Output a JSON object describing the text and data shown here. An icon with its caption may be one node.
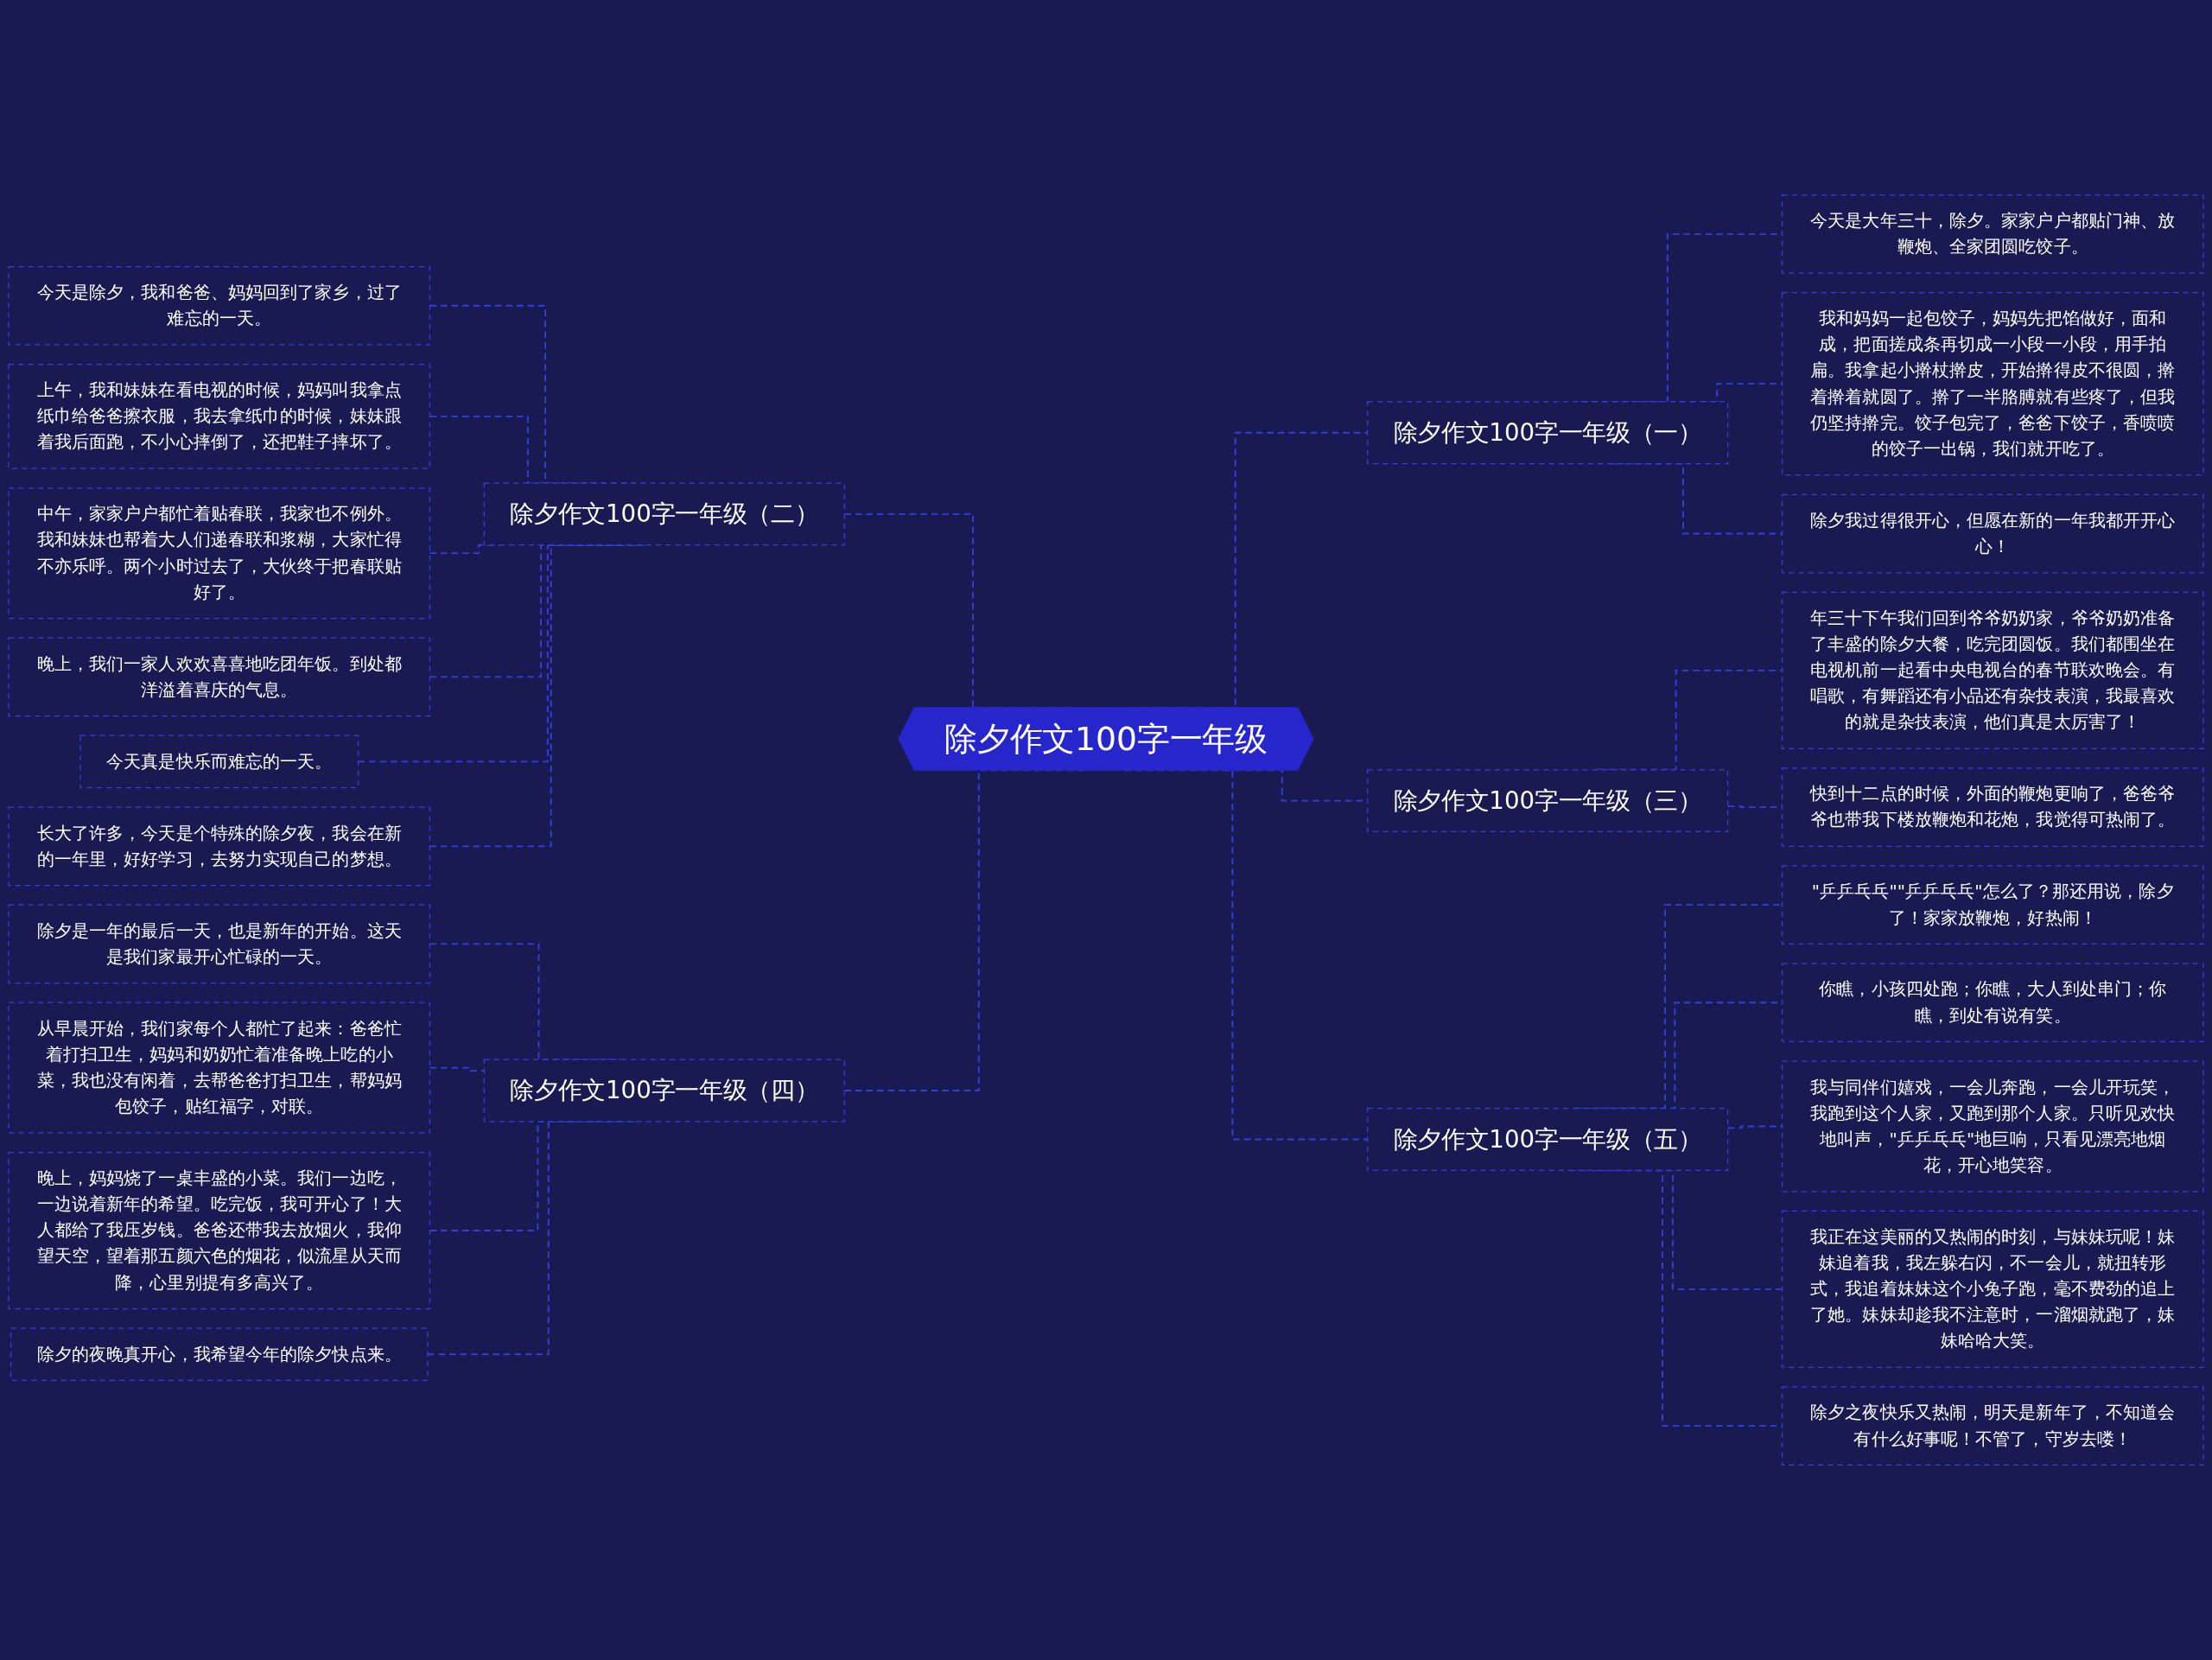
{
  "diagram": {
    "nodes": [
      {
        "text": [
          "除夕作文100字一年级"
        ]
      },
      {
        "text": [
          "除夕作文100字一年级（一）"
        ]
      },
      {
        "text": [
          "今天是大年三十，除夕。家家户户都贴门神、放鞭炮、全家团圆吃饺子。"
        ]
      },
      {
        "text": [
          "我和妈妈一起包饺子，妈妈先把馅做好，面和成，把面搓成条再切成一小段一小段，用手拍扁。我拿起小擀杖擀皮，开始擀得皮不很圆，擀着擀着就圆了。擀了一半胳膊就有些疼了，但我仍坚持擀完。饺子包完了，爸爸下饺子，香喷喷的饺子一出锅，我们就开吃了。"
        ]
      },
      {
        "text": [
          "除夕我过得很开心，但愿在新的一年我都开开心心！"
        ]
      },
      {
        "text": [
          "除夕作文100字一年级（二）"
        ]
      },
      {
        "text": [
          "今天是除夕，我和爸爸、妈妈回到了家乡，过了难忘的一天。"
        ]
      },
      {
        "text": [
          "上午，我和妹妹在看电视的时候，妈妈叫我拿点纸巾给爸爸擦衣服，我去拿纸巾的时候，妹妹跟着我后面跑，不小心摔倒了，还把鞋子摔坏了。"
        ]
      },
      {
        "text": [
          "中午，家家户户都忙着贴春联，我家也不例外。我和妹妹也帮着大人们递春联和浆糊，大家忙得不亦乐呼。两个小时过去了，大伙终于把春联贴好了。"
        ]
      },
      {
        "text": [
          "晚上，我们一家人欢欢喜喜地吃团年饭。到处都洋溢着喜庆的气息。"
        ]
      },
      {
        "text": [
          "今天真是快乐而难忘的一天。"
        ]
      },
      {
        "text": [
          "长大了许多，今天是个特殊的除夕夜，我会在新的一年里，好好学习，去努力实现自己的梦想。"
        ]
      },
      {
        "text": [
          "除夕作文100字一年级（三）"
        ]
      },
      {
        "text": [
          "年三十下午我们回到爷爷奶奶家，爷爷奶奶准备了丰盛的除夕大餐，吃完团圆饭。我们都围坐在电视机前一起看中央电视台的春节联欢晚会。有唱歌，有舞蹈还有小品还有杂技表演，我最喜欢的就是杂技表演，他们真是太厉害了！"
        ]
      },
      {
        "text": [
          "快到十二点的时候，外面的鞭炮更响了，爸爸爷爷也带我下楼放鞭炮和花炮，我觉得可热闹了。"
        ]
      },
      {
        "text": [
          "除夕作文100字一年级（四）"
        ]
      },
      {
        "text": [
          "除夕是一年的最后一天，也是新年的开始。这天是我们家最开心忙碌的一天。"
        ]
      },
      {
        "text": [
          "从早晨开始，我们家每个人都忙了起来：爸爸忙着打扫卫生，妈妈和奶奶忙着准备晚上吃的小菜，我也没有闲着，去帮爸爸打扫卫生，帮妈妈包饺子，贴红福字，对联。"
        ]
      },
      {
        "text": [
          "晚上，妈妈烧了一桌丰盛的小菜。我们一边吃，一边说着新年的希望。吃完饭，我可开心了！大人都给了我压岁钱。爸爸还带我去放烟火，我仰望天空，望着那五颜六色的烟花，似流星从天而降，心里别提有多高兴了。"
        ]
      },
      {
        "text": [
          "除夕的夜晚真开心，我希望今年的除夕快点来。"
        ]
      },
      {
        "text": [
          "除夕作文100字一年级（五）"
        ]
      },
      {
        "text": [
          "\"乒乒乓乓\"\"乒乒乓乓\"怎么了？那还用说，除夕了！家家放鞭炮，好热闹！"
        ]
      },
      {
        "text": [
          "你瞧，小孩四处跑；你瞧，大人到处串门；你瞧，到处有说有笑。"
        ]
      },
      {
        "text": [
          "我与同伴们嬉戏，一会儿奔跑，一会儿开玩笑，我跑到这个人家，又跑到那个人家。只听见欢快地叫声，\"乒乒乓乓\"地巨响，只看见漂亮地烟花，开心地笑容。"
        ]
      },
      {
        "text": [
          "我正在这美丽的又热闹的时刻，与妹妹玩呢！妹妹追着我，我左躲右闪，不一会儿，就扭转形式，我追着妹妹这个小兔子跑，毫不费劲的追上了她。妹妹却趁我不注意时，一溜烟就跑了，妹妹哈哈大笑。"
        ]
      },
      {
        "text": [
          "除夕之夜快乐又热闹，明天是新年了，不知道会有什么好事呢！不管了，守岁去喽！"
        ]
      }
    ],
    "edges": [
      {
        "from": 0,
        "to": 1,
        "arrow": "none",
        "style": "dashed"
      },
      {
        "from": 1,
        "to": 2,
        "arrow": "none",
        "style": "dashed"
      },
      {
        "from": 1,
        "to": 3,
        "arrow": "none",
        "style": "dashed"
      },
      {
        "from": 1,
        "to": 4,
        "arrow": "none",
        "style": "dashed"
      },
      {
        "from": 5,
        "to": 0,
        "arrow": "none",
        "style": "dashed"
      },
      {
        "from": 6,
        "to": 5,
        "arrow": "none",
        "style": "dashed"
      },
      {
        "from": 7,
        "to": 5,
        "arrow": "none",
        "style": "dashed"
      },
      {
        "from": 8,
        "to": 5,
        "arrow": "none",
        "style": "dashed"
      },
      {
        "from": 9,
        "to": 5,
        "arrow": "none",
        "style": "dashed"
      },
      {
        "from": 10,
        "to": 5,
        "arrow": "none",
        "style": "dashed"
      },
      {
        "from": 11,
        "to": 5,
        "arrow": "none",
        "style": "dashed"
      },
      {
        "from": 0,
        "to": 12,
        "arrow": "none",
        "style": "dashed"
      },
      {
        "from": 12,
        "to": 13,
        "arrow": "none",
        "style": "dashed"
      },
      {
        "from": 12,
        "to": 14,
        "arrow": "none",
        "style": "dashed"
      },
      {
        "from": 15,
        "to": 0,
        "arrow": "none",
        "style": "dashed"
      },
      {
        "from": 16,
        "to": 15,
        "arrow": "none",
        "style": "dashed"
      },
      {
        "from": 17,
        "to": 15,
        "arrow": "none",
        "style": "dashed"
      },
      {
        "from": 18,
        "to": 15,
        "arrow": "none",
        "style": "dashed"
      },
      {
        "from": 19,
        "to": 15,
        "arrow": "none",
        "style": "dashed"
      },
      {
        "from": 0,
        "to": 20,
        "arrow": "none",
        "style": "dashed"
      },
      {
        "from": 20,
        "to": 21,
        "arrow": "none",
        "style": "dashed"
      },
      {
        "from": 20,
        "to": 22,
        "arrow": "none",
        "style": "dashed"
      },
      {
        "from": 20,
        "to": 23,
        "arrow": "none",
        "style": "dashed"
      },
      {
        "from": 20,
        "to": 24,
        "arrow": "none",
        "style": "dashed"
      },
      {
        "from": 20,
        "to": 25,
        "arrow": "none",
        "style": "dashed"
      }
    ]
  }
}
